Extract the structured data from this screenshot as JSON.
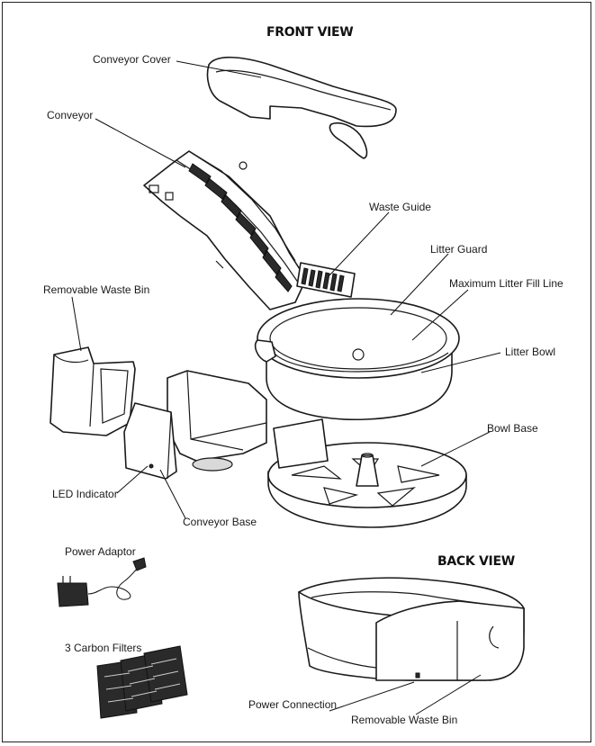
{
  "headings": {
    "front_view": "FRONT VIEW",
    "back_view": "BACK VIEW"
  },
  "labels": {
    "conveyor_cover": "Conveyor Cover",
    "conveyor": "Conveyor",
    "waste_guide": "Waste Guide",
    "litter_guard": "Litter Guard",
    "maximum_litter_fill_line": "Maximum Litter Fill Line",
    "removable_waste_bin": "Removable Waste Bin",
    "litter_bowl": "Litter Bowl",
    "bowl_base": "Bowl Base",
    "led_indicator": "LED Indicator",
    "conveyor_base": "Conveyor Base",
    "power_adaptor": "Power Adaptor",
    "carbon_filters": "3 Carbon Filters",
    "power_connection": "Power Connection",
    "removable_waste_bin_back": "Removable Waste Bin"
  }
}
